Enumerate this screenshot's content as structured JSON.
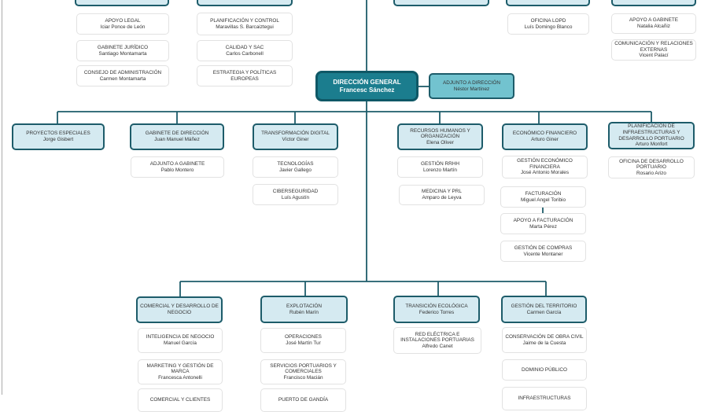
{
  "colors": {
    "director_fill": "#1b7d8e",
    "head_fill": "#d5eaf1",
    "adjunto_fill": "#72c3cf",
    "line": "#1d5c6a"
  },
  "units": [
    {
      "kind": "head",
      "title": "",
      "person": ""
    },
    {
      "kind": "head",
      "title": "",
      "person": ""
    },
    {
      "kind": "head",
      "title": "",
      "person": ""
    },
    {
      "kind": "head",
      "title": "",
      "person": ""
    },
    {
      "kind": "head",
      "title": "",
      "person": ""
    },
    {
      "kind": "sub",
      "title": "APOYO LEGAL",
      "person": "Iciar Ponce de León"
    },
    {
      "kind": "sub",
      "title": "GABINETE JURÍDICO",
      "person": "Santiago Montamarta"
    },
    {
      "kind": "sub",
      "title": "CONSEJO DE ADMINISTRACIÓN",
      "person": "Carmen Montamarta"
    },
    {
      "kind": "sub",
      "title": "PLANIFICACIÓN Y CONTROL",
      "person": "Maravillas S. Barcaiztegui"
    },
    {
      "kind": "sub",
      "title": "CALIDAD Y SAC",
      "person": "Carlos Carbonell"
    },
    {
      "kind": "sub",
      "title": "ESTRATEGIA Y POLÍTICAS EUROPEAS",
      "person": ""
    },
    {
      "kind": "sub",
      "title": "OFICINA LOPD",
      "person": "Luís Domingo Blanco"
    },
    {
      "kind": "sub",
      "title": "APOYO A GABINETE",
      "person": "Natalia Alcañiz"
    },
    {
      "kind": "sub",
      "title": "COMUNICACIÓN Y RELACIONES EXTERNAS",
      "person": "Vicent Palací"
    },
    {
      "kind": "dg",
      "title": "DIRECCIÓN GENERAL",
      "person": "Francesc Sánchez"
    },
    {
      "kind": "adj",
      "title": "ADJUNTO A DIRECCIÓN",
      "person": "Néstor Martínez"
    },
    {
      "kind": "head",
      "title": "PROYECTOS ESPECIALES",
      "person": "Jorge Gisbert"
    },
    {
      "kind": "head",
      "title": "GABINETE DE DIRECCIÓN",
      "person": "Juan Manuel Máñez"
    },
    {
      "kind": "head",
      "title": "TRANSFORMACIÓN DIGITAL",
      "person": "Víctor Giner"
    },
    {
      "kind": "head",
      "title": "RECURSOS HUMANOS Y ORGANIZACIÓN",
      "person": "Elena Oliver"
    },
    {
      "kind": "head",
      "title": "ECONÓMICO FINANCIERO",
      "person": "Arturo Giner"
    },
    {
      "kind": "head",
      "title": "PLANIFICACIÓN DE INFRAESTRUCTURAS Y DESARROLLO PORTUARIO",
      "person": "Arturo Monfort"
    },
    {
      "kind": "sub",
      "title": "ADJUNTO A GABINETE",
      "person": "Pablo Montero"
    },
    {
      "kind": "sub",
      "title": "TECNOLOGÍAS",
      "person": "Javier Gallego"
    },
    {
      "kind": "sub",
      "title": "CIBERSEGURIDAD",
      "person": "Luís Agustín"
    },
    {
      "kind": "sub",
      "title": "GESTIÓN RRHH",
      "person": "Lorenzo Martín"
    },
    {
      "kind": "sub",
      "title": "MEDICINA Y PRL",
      "person": "Amparo de Leyva"
    },
    {
      "kind": "sub",
      "title": "GESTIÓN ECONÓMICO FINANCIERA",
      "person": "José Antonio Morales"
    },
    {
      "kind": "sub",
      "title": "FACTURACIÓN",
      "person": "Miguel Angel Toribio"
    },
    {
      "kind": "sub",
      "title": "APOYO A FACTURACIÓN",
      "person": "Marta Pérez"
    },
    {
      "kind": "sub",
      "title": "GESTIÓN DE COMPRAS",
      "person": "Vicente Montaner"
    },
    {
      "kind": "sub",
      "title": "OFICINA DE DESARROLLO PORTUARIO",
      "person": "Rosario Arizo"
    },
    {
      "kind": "head",
      "title": "COMERCIAL Y DESARROLLO DE NEGOCIO",
      "person": ""
    },
    {
      "kind": "head",
      "title": "EXPLOTACIÓN",
      "person": "Rubén Marín"
    },
    {
      "kind": "head",
      "title": "TRANSICIÓN ECOLÓGICA",
      "person": "Federico Torres"
    },
    {
      "kind": "head",
      "title": "GESTIÓN DEL TERRITORIO",
      "person": "Carmen García"
    },
    {
      "kind": "sub",
      "title": "INTELIGENCIA DE NEGOCIO",
      "person": "Manuel García"
    },
    {
      "kind": "sub",
      "title": "MARKETING Y GESTIÓN DE MARCA",
      "person": "Francesca Antonelli"
    },
    {
      "kind": "sub",
      "title": "COMERCIAL Y CLIENTES",
      "person": ""
    },
    {
      "kind": "sub",
      "title": "OPERACIONES",
      "person": "José Martín Tur"
    },
    {
      "kind": "sub",
      "title": "SERVICIOS PORTUARIOS Y COMERCIALES",
      "person": "Francisco Macián"
    },
    {
      "kind": "sub",
      "title": "PUERTO DE GANDÍA",
      "person": ""
    },
    {
      "kind": "sub",
      "title": "RED ELÉCTRICA E INSTALACIONES PORTUARIAS",
      "person": "Alfredo Canet"
    },
    {
      "kind": "sub",
      "title": "CONSERVACIÓN DE OBRA CIVIL",
      "person": "Jaime de la Cuesta"
    },
    {
      "kind": "sub",
      "title": "DOMINIO PÚBLICO",
      "person": ""
    },
    {
      "kind": "sub",
      "title": "INFRAESTRUCTURAS",
      "person": ""
    }
  ]
}
